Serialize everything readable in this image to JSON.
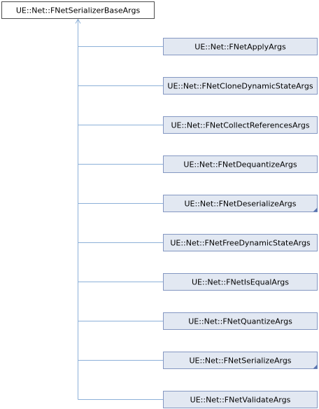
{
  "base_class": {
    "label": "UE::Net::FNetSerializerBaseArgs"
  },
  "colors": {
    "base_border": "#4d4d4d",
    "base_fill": "#ffffff",
    "child_border": "#8497c2",
    "child_fill": "#e2e8f2",
    "connector": "#8cb0d8",
    "marker": "#5a74b0"
  },
  "derived_classes": [
    {
      "label": "UE::Net::FNetApplyArgs",
      "has_children_marker": false
    },
    {
      "label": "UE::Net::FNetCloneDynamicStateArgs",
      "has_children_marker": false
    },
    {
      "label": "UE::Net::FNetCollectReferencesArgs",
      "has_children_marker": false
    },
    {
      "label": "UE::Net::FNetDequantizeArgs",
      "has_children_marker": false
    },
    {
      "label": "UE::Net::FNetDeserializeArgs",
      "has_children_marker": true
    },
    {
      "label": "UE::Net::FNetFreeDynamicStateArgs",
      "has_children_marker": false
    },
    {
      "label": "UE::Net::FNetIsEqualArgs",
      "has_children_marker": false
    },
    {
      "label": "UE::Net::FNetQuantizeArgs",
      "has_children_marker": false
    },
    {
      "label": "UE::Net::FNetSerializeArgs",
      "has_children_marker": true
    },
    {
      "label": "UE::Net::FNetValidateArgs",
      "has_children_marker": false
    }
  ]
}
